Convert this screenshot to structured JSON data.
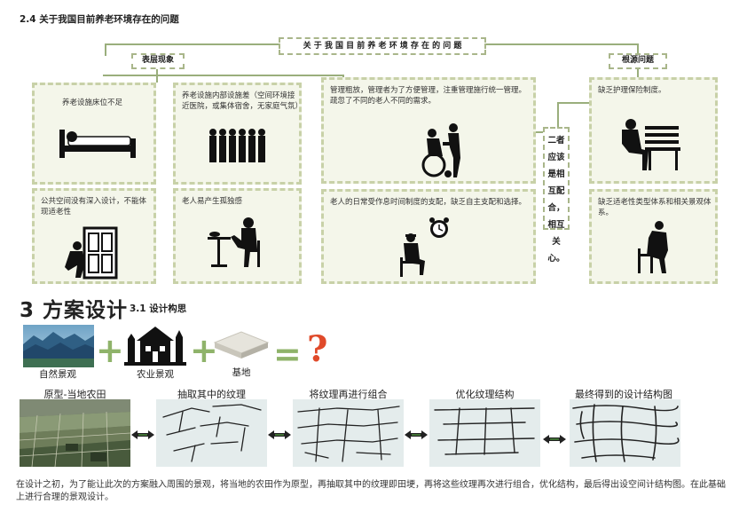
{
  "section_top": {
    "heading": "2.4 关于我国目前养老环境存在的问题",
    "center_tag": "关 于 我 国 目 前 养 老 环 境 存 在 的 问 题",
    "surface_tag": "表层现象",
    "root_tag": "根源问题",
    "side_label": "二者应该是相互配合，相互关心。",
    "boxes": {
      "b1": "养老设施床位不足",
      "b2": "养老设施内部设施差（空间环境接近医院，或集体宿舍，无家庭气氛）",
      "b3": "管理粗放，管理者为了方便管理，注重管理施行统一管理。疏忽了不同的老人不同的需求。",
      "b4": "缺乏护理保险制度。",
      "b5": "公共空间没有深入设计，不能体现适老性",
      "b6": "老人易产生孤独感",
      "b7": "老人的日常受作息时间制度的支配，缺乏自主支配和选择。",
      "b8": "缺乏适老性类型体系和相关景观体系。"
    }
  },
  "section_design": {
    "title": "3 方案设计",
    "subtitle": "3.1 设计构思",
    "items": {
      "natural": "自然景观",
      "agri": "农业景观",
      "base": "基地"
    },
    "question": "?",
    "process": [
      "原型-当地农田",
      "抽取其中的纹理",
      "将纹理再进行组合",
      "优化纹理结构",
      "最终得到的设计结构图"
    ],
    "paragraph": "在设计之初，为了能让此次的方案融入周围的景观，将当地的农田作为原型，再抽取其中的纹理即田埂，再将这些纹理再次进行组合，优化结构，最后得出设空间计结构图。在此基础上进行合理的景观设计。"
  },
  "colors": {
    "box_fill": "#f4f6ea",
    "box_border": "#c8d1a8",
    "accent_green": "#8fb36a",
    "question_red": "#e04a2a"
  }
}
